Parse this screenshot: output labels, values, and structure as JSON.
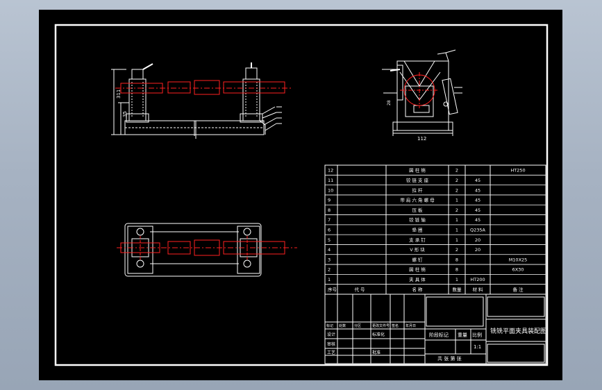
{
  "drawing": {
    "title": "铣铣平面夹具装配图",
    "dims": {
      "height_total": "311",
      "height_lower": "35",
      "width_side": "112",
      "side_left_dim": "28"
    },
    "parts": [
      {
        "no": "12",
        "name": "圆 柱 销",
        "qty": "2",
        "mat": "",
        "note": "HT250"
      },
      {
        "no": "11",
        "name": "铰 链 支 座",
        "qty": "2",
        "mat": "45",
        "note": ""
      },
      {
        "no": "10",
        "name": "拉 杆",
        "qty": "2",
        "mat": "45",
        "note": ""
      },
      {
        "no": "9",
        "name": "带 肩 六 角 螺 母",
        "qty": "1",
        "mat": "45",
        "note": ""
      },
      {
        "no": "8",
        "name": "压 板",
        "qty": "2",
        "mat": "45",
        "note": ""
      },
      {
        "no": "7",
        "name": "铰 链 轴",
        "qty": "1",
        "mat": "45",
        "note": ""
      },
      {
        "no": "6",
        "name": "垫 圈",
        "qty": "1",
        "mat": "Q235A",
        "note": ""
      },
      {
        "no": "5",
        "name": "支 承 钉",
        "qty": "1",
        "mat": "20",
        "note": ""
      },
      {
        "no": "4",
        "name": "V 形 块",
        "qty": "2",
        "mat": "20",
        "note": ""
      },
      {
        "no": "3",
        "name": "螺 钉",
        "qty": "8",
        "mat": "",
        "note": "M10X25"
      },
      {
        "no": "2",
        "name": "圆 柱 销",
        "qty": "8",
        "mat": "",
        "note": "6X30"
      },
      {
        "no": "1",
        "name": "夹 具 体",
        "qty": "1",
        "mat": "HT200",
        "note": ""
      }
    ],
    "header": {
      "no": "序号",
      "code": "代 号",
      "name": "名 称",
      "qty": "数量",
      "mat": "材 料",
      "note": "备 注"
    },
    "title_block": {
      "rev_labels": [
        "标记",
        "处数",
        "分区",
        "更改文件号",
        "签名",
        "年月日"
      ],
      "design": "设计",
      "standard": "标准化",
      "check": "审核",
      "process": "工艺",
      "approve": "批准",
      "stage": "阶段标记",
      "weight": "重量",
      "scale": "比例",
      "scale_val": "1:1",
      "sheet_info": "共 张 第 张"
    }
  }
}
